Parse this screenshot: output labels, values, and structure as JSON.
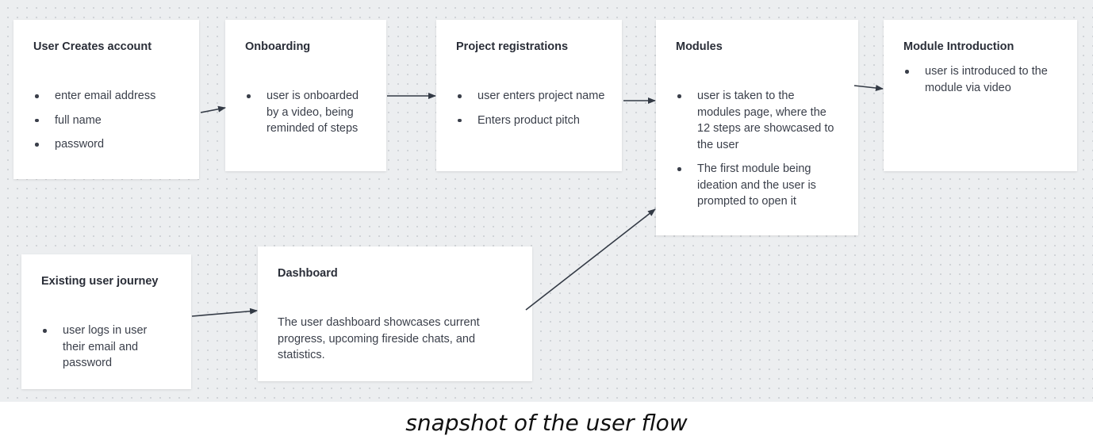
{
  "cards": {
    "create_account": {
      "title": "User Creates account",
      "items": [
        "enter email address",
        "full name",
        "password"
      ]
    },
    "onboarding": {
      "title": "Onboarding",
      "items": [
        "user is onboarded by a video, being reminded of steps"
      ]
    },
    "project_registrations": {
      "title": "Project registrations",
      "items": [
        "user enters project name",
        "Enters product pitch"
      ]
    },
    "modules": {
      "title": "Modules",
      "items": [
        "user is taken to the modules page, where the 12 steps are showcased to the user",
        "The first module being ideation and the user is prompted to open it"
      ]
    },
    "module_intro": {
      "title": "Module Introduction",
      "items": [
        "user is introduced to the module via video"
      ]
    },
    "existing_user": {
      "title": "Existing user journey",
      "items": [
        "user logs in user their email and password"
      ]
    },
    "dashboard": {
      "title": "Dashboard",
      "text": "The user dashboard showcases current progress, upcoming fireside chats, and statistics."
    }
  },
  "caption": "snapshot of the user flow",
  "colors": {
    "canvas": "#eceef0",
    "card": "#ffffff",
    "arrow": "#333a45",
    "text": "#3a3f4a"
  }
}
